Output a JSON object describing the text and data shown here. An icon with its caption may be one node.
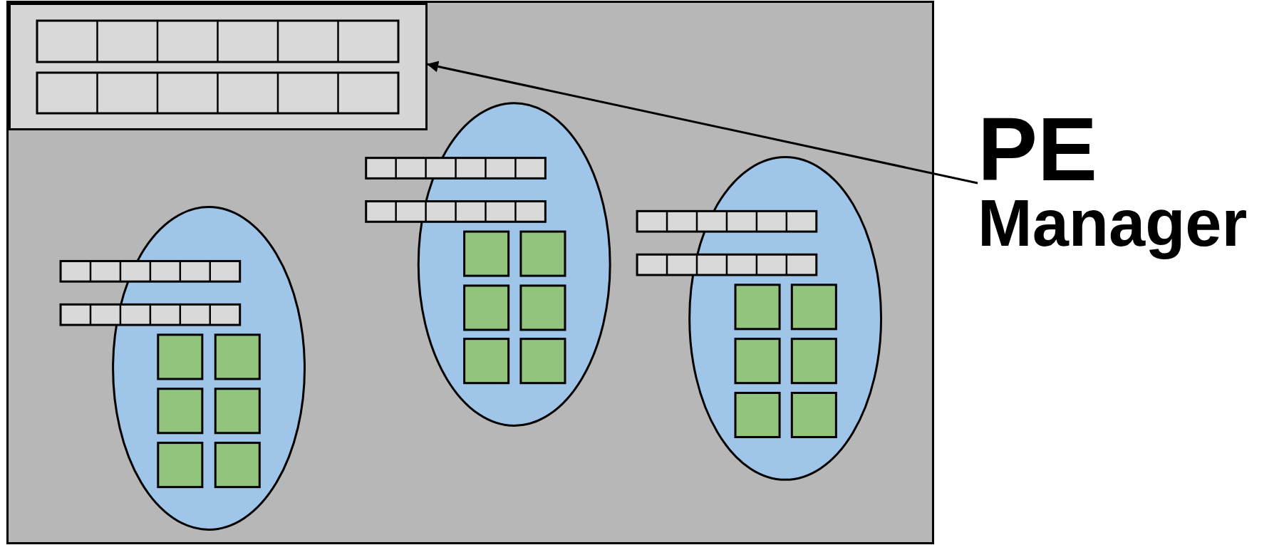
{
  "diagram": {
    "nodes": [
      {
        "text": [],
        "shape": "box"
      },
      {
        "text": [],
        "shape": "box",
        "in": 0
      },
      {
        "text": [
          "PE",
          "Manager"
        ]
      }
    ],
    "edges": [
      {
        "from": 2,
        "to": 1,
        "arrow": "to"
      }
    ]
  }
}
